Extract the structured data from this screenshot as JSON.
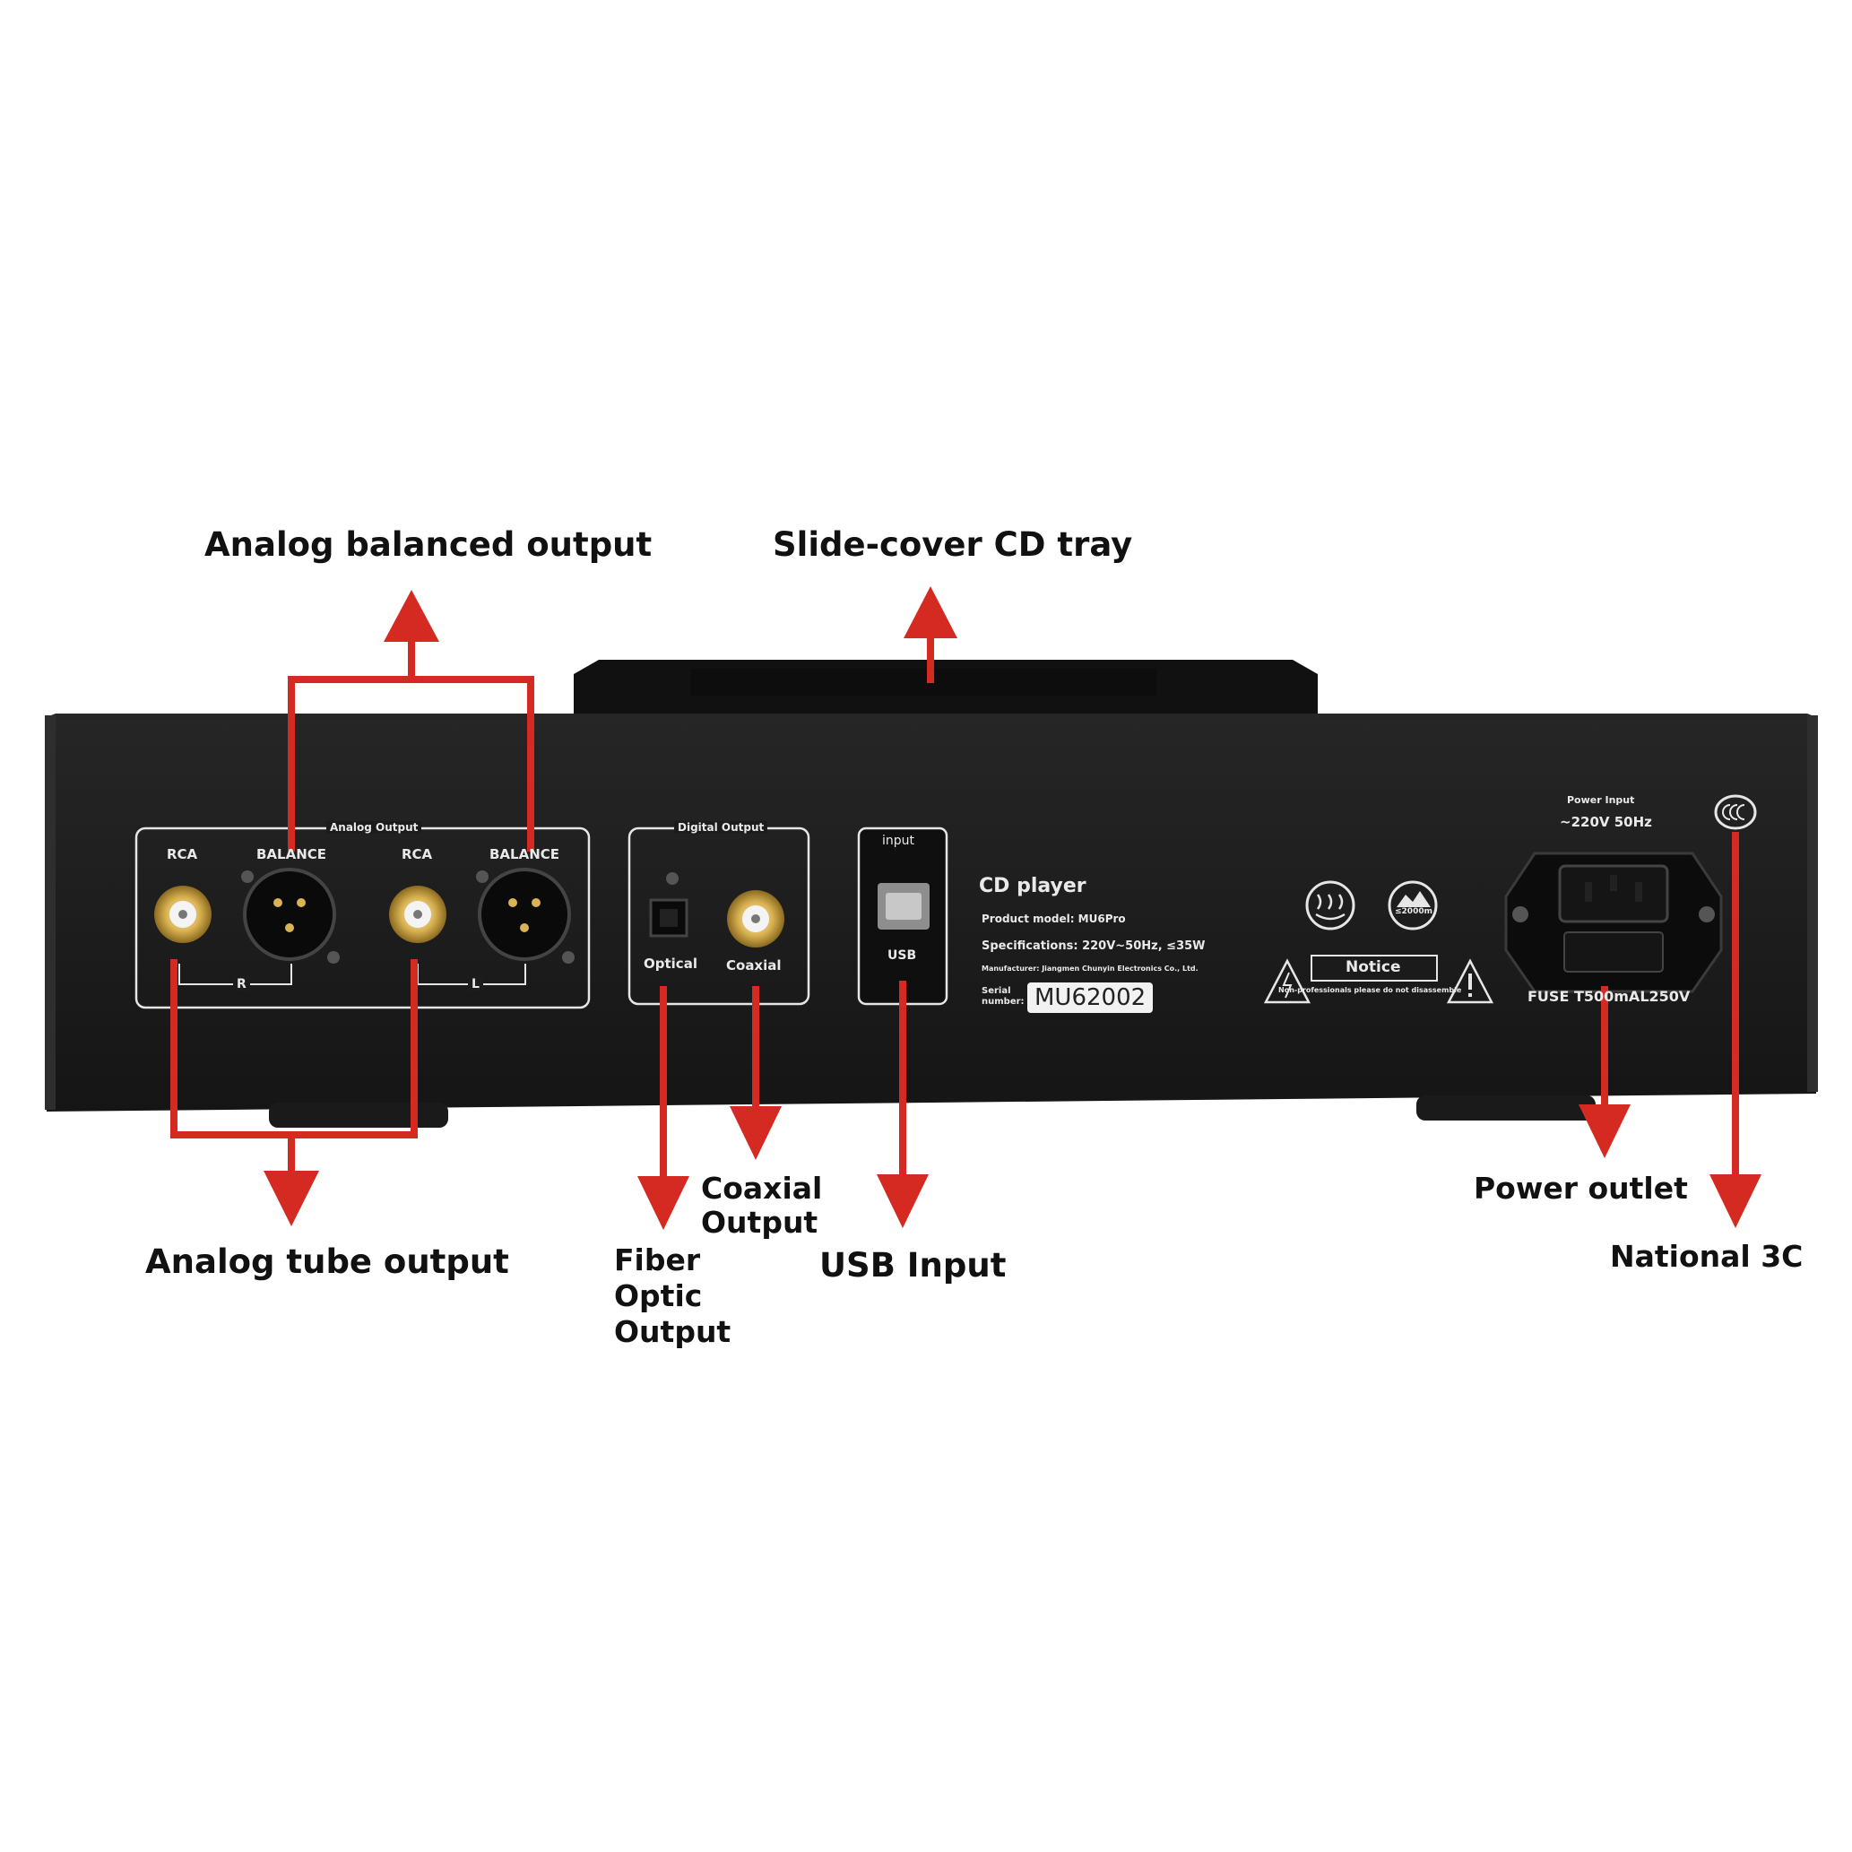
{
  "callouts": {
    "analog_balanced": "Analog balanced output",
    "slide_cover": "Slide-cover CD tray",
    "analog_tube": "Analog tube output",
    "coaxial_line1": "Coaxial",
    "coaxial_line2": "Output",
    "fiber_line1": "Fiber",
    "fiber_line2": "Optic",
    "fiber_line3": "Output",
    "usb_input": "USB Input",
    "power_outlet": "Power outlet",
    "national_3c": "National 3C"
  },
  "panel": {
    "analog_output_title": "Analog Output",
    "rca_left": "RCA",
    "balance_left": "BALANCE",
    "rca_right": "RCA",
    "balance_right": "BALANCE",
    "channel_r": "R",
    "channel_l": "L",
    "digital_output_title": "Digital Output",
    "optical": "Optical",
    "coaxial": "Coaxial",
    "usb_top": "input",
    "usb_bottom": "USB",
    "product_title": "CD player",
    "product_model": "Product model: MU6Pro",
    "specifications": "Specifications: 220V~50Hz, ≤35W",
    "manufacturer": "Manufacturer: Jiangmen Chunyin Electronics Co., Ltd.",
    "serial_label_1": "Serial",
    "serial_label_2": "number:",
    "serial_value": "MU62002",
    "altitude": "≤2000m",
    "notice": "Notice",
    "notice_text": "Non-professionals please do not disassemble",
    "power_input_label": "Power Input",
    "power_input_value": "~220V 50Hz",
    "fuse": "FUSE T500mAL250V"
  },
  "colors": {
    "arrow": "#d42a22",
    "chassis": "#1c1c1c",
    "panel_text": "#e9e9e9"
  }
}
